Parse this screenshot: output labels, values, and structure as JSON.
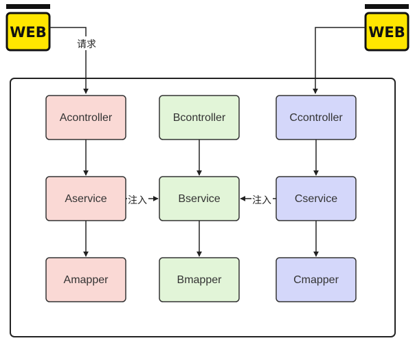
{
  "web_left": {
    "label": "WEB",
    "color": "#ffe600"
  },
  "web_right": {
    "label": "WEB",
    "color": "#ffe600"
  },
  "request_label": "请求",
  "inject_left_label": "注入",
  "inject_right_label": "注入",
  "nodes": {
    "acontroller": {
      "label": "Acontroller",
      "fill": "#fad9d5",
      "stroke": "#333333"
    },
    "aservice": {
      "label": "Aservice",
      "fill": "#fad9d5",
      "stroke": "#333333"
    },
    "amapper": {
      "label": "Amapper",
      "fill": "#fad9d5",
      "stroke": "#333333"
    },
    "bcontroller": {
      "label": "Bcontroller",
      "fill": "#e2f5d8",
      "stroke": "#333333"
    },
    "bservice": {
      "label": "Bservice",
      "fill": "#e2f5d8",
      "stroke": "#333333"
    },
    "bmapper": {
      "label": "Bmapper",
      "fill": "#e2f5d8",
      "stroke": "#333333"
    },
    "ccontroller": {
      "label": "Ccontroller",
      "fill": "#d4d7fa",
      "stroke": "#333333"
    },
    "cservice": {
      "label": "Cservice",
      "fill": "#d4d7fa",
      "stroke": "#333333"
    },
    "cmapper": {
      "label": "Cmapper",
      "fill": "#d4d7fa",
      "stroke": "#333333"
    }
  }
}
